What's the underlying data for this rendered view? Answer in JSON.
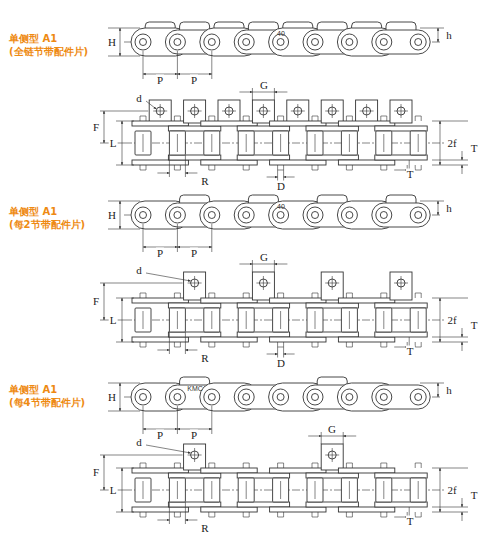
{
  "diagram": {
    "labels": [
      "单侧型 A1",
      "(全链节带配件片)",
      "H",
      "h",
      "P",
      "P",
      "d",
      "G",
      "F",
      "L",
      "2f",
      "T",
      "R",
      "D",
      "T",
      "40",
      "单侧型 A1",
      "(每2节带配件片)",
      "H",
      "h",
      "P",
      "P",
      "d",
      "G",
      "F",
      "L",
      "2f",
      "T",
      "R",
      "D",
      "T",
      "40",
      "单侧型 A1",
      "(每4节带配件片)",
      "H",
      "h",
      "P",
      "P",
      "d",
      "G",
      "F",
      "L",
      "2f",
      "T",
      "R",
      "T",
      "KMC"
    ]
  }
}
